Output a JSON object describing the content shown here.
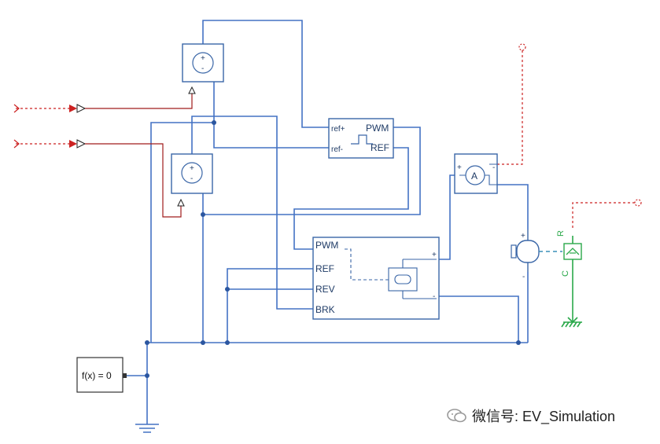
{
  "colors": {
    "physical_wire": "#4472c4",
    "signal_line": "#cc2222",
    "mechanical_line": "#2aa84a",
    "block_border": "#3a66a7"
  },
  "blocks": {
    "sum_top": {
      "plus": "+",
      "minus": "-"
    },
    "sum_bottom": {
      "plus": "+",
      "minus": "-"
    },
    "pwm_gen": {
      "in_plus": "ref+",
      "in_minus": "ref-",
      "out_pwm": "PWM",
      "out_ref": "REF"
    },
    "hbridge": {
      "pwm": "PWM",
      "ref": "REF",
      "rev": "REV",
      "brk": "BRK",
      "plus": "+",
      "minus": "-"
    },
    "ammeter": {
      "symbol": "A",
      "plus": "+",
      "minus": "-"
    },
    "motor": {
      "plus": "+",
      "minus": "-"
    },
    "rotational": {
      "r": "R",
      "c": "C"
    },
    "solver": {
      "label": "f(x) = 0"
    }
  },
  "watermark": {
    "text": "微信号: EV_Simulation",
    "icon": "wechat-icon"
  }
}
